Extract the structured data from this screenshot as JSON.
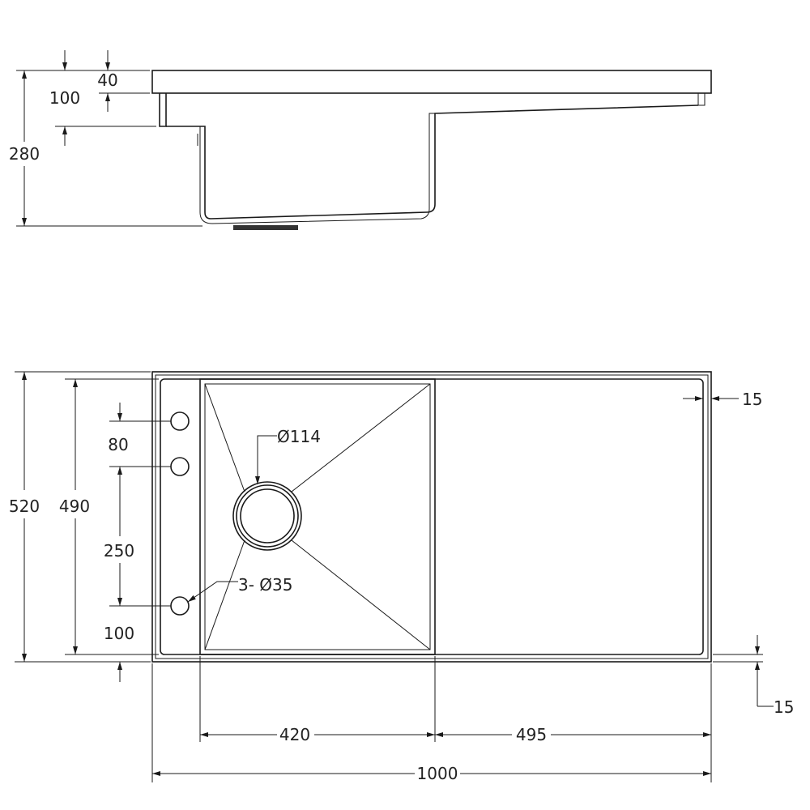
{
  "side_view": {
    "dims": {
      "overall_height": "280",
      "deck_thickness": "40",
      "flange_drop": "100"
    }
  },
  "plan_view": {
    "dims": {
      "overall_depth": "520",
      "inner_depth": "490",
      "hole_spacing_top": "80",
      "hole_spacing_mid": "250",
      "hole_spacing_bottom": "100",
      "drain_diameter": "Ø114",
      "tap_holes": "3- Ø35",
      "right_margin": "15",
      "bottom_margin": "15",
      "bowl_width": "420",
      "drainer_width": "495",
      "overall_width": "1000"
    }
  }
}
